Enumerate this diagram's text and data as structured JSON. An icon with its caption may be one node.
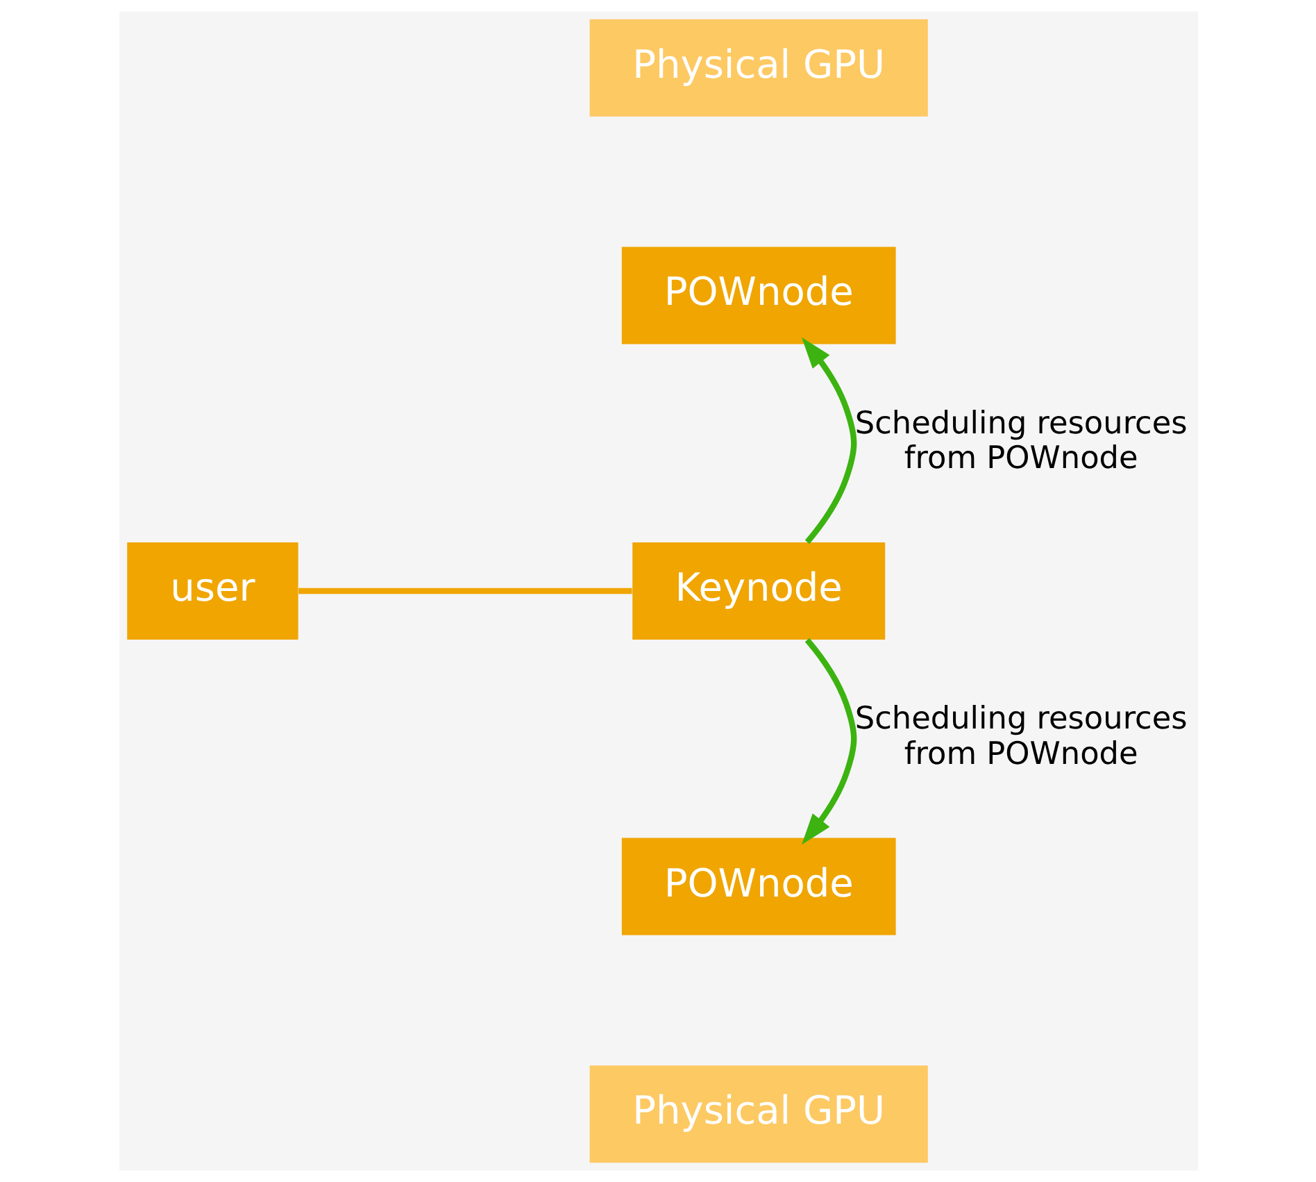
{
  "diagram": {
    "nodes": [
      {
        "text": [
          "Physical GPU"
        ]
      },
      {
        "text": [
          "POWnode"
        ]
      },
      {
        "text": [
          "user"
        ]
      },
      {
        "text": [
          "Keynode"
        ]
      },
      {
        "text": [
          "POWnode"
        ]
      },
      {
        "text": [
          "Physical GPU"
        ]
      }
    ],
    "edges": [
      {
        "from": 2,
        "to": 3,
        "arrow": "none",
        "color": "#f0a500"
      },
      {
        "from": 3,
        "to": 1,
        "arrow": "to",
        "label": "Scheduling resources from POWnode",
        "color": "#3cb310"
      },
      {
        "from": 3,
        "to": 4,
        "arrow": "to",
        "label": "Scheduling resources from POWnode",
        "color": "#3cb310"
      }
    ]
  }
}
